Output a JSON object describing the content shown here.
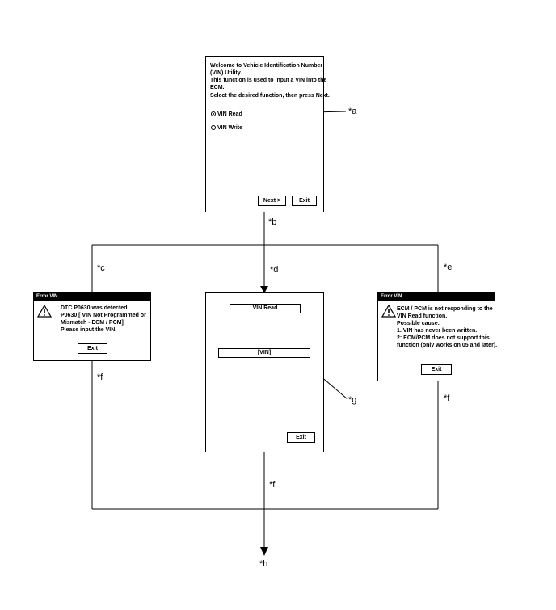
{
  "vin_utility": {
    "line1": "Welcome to Vehicle Identification Number",
    "line2": "(VIN) Utility.",
    "line3": "This function is used to input a VIN into the",
    "line4": "ECM.",
    "line5": "Select the desired function, then press Next.",
    "option_read": "VIN Read",
    "option_write": "VIN Write",
    "selected_option": "VIN Read",
    "next_button": "Next >",
    "exit_button": "Exit"
  },
  "error_dtc": {
    "title": "Error VIN",
    "line1": "DTC P0630 was detected.",
    "line2": "P0630 [ VIN Not Programmed or",
    "line3": "Mismatch - ECM / PCM]",
    "line4": "Please input the VIN.",
    "exit_button": "Exit",
    "icon": "warning-icon"
  },
  "vin_read_screen": {
    "title_field": "VIN Read",
    "vin_field": "[VIN]",
    "exit_button": "Exit"
  },
  "error_no_response": {
    "title": "Error VIN",
    "line1": "ECM / PCM is not responding to the",
    "line2": "VIN Read function.",
    "line3": "Possible cause:",
    "line4": "1. VIN has never been written.",
    "line5": "2: ECM/PCM does not support this",
    "line6": "function (only works on 05 and later).",
    "exit_button": "Exit",
    "icon": "warning-icon"
  },
  "callouts": {
    "a": "*a",
    "b": "*b",
    "c": "*c",
    "d": "*d",
    "e": "*e",
    "f_left": "*f",
    "f_right": "*f",
    "f_center": "*f",
    "g": "*g",
    "h": "*h"
  }
}
